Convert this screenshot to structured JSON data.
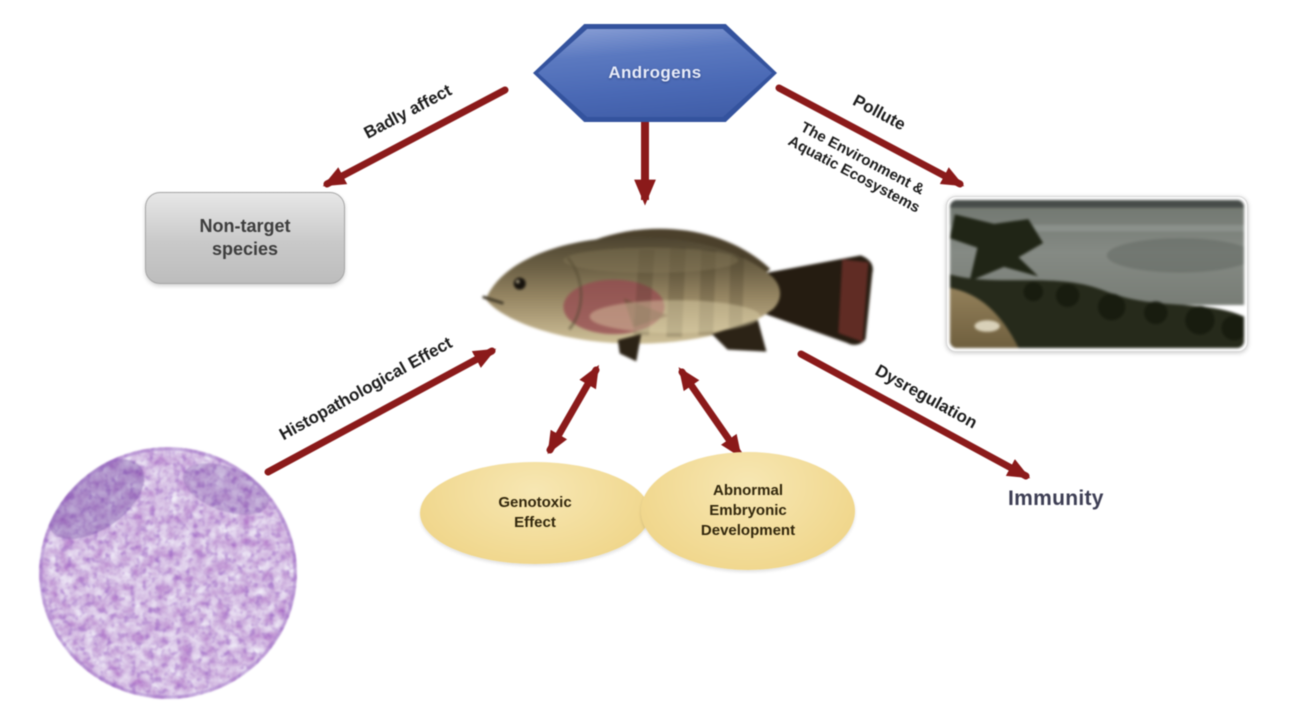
{
  "colors": {
    "arrow": "#8b1a1a",
    "hexagon_fill": "#4a69b5",
    "hexagon_border": "#34539e",
    "hexagon_text": "#e9edf9",
    "nontarget_fill": "#c9c9c9",
    "nontarget_text": "#3d3d3d",
    "ellipse_fill": "#f1d88f",
    "ellipse_text": "#32270c",
    "label_text": "#1c1c1c",
    "immunity_text": "#3d3e54"
  },
  "hexagon": {
    "label": "Androgens"
  },
  "arrow_labels": {
    "badly_affect": "Badly affect",
    "pollute": "Pollute",
    "pollute_sub": [
      "The Environment &",
      "Aquatic Ecosystems"
    ],
    "histopathological": "Histopathological Effect",
    "dysregulation": "Dysregulation"
  },
  "nodes": {
    "non_target_species": "Non-target species",
    "genotoxic_effect": "Genotoxic Effect",
    "abnormal_embryonic": "Abnormal Embryonic Development",
    "immunity": "Immunity"
  },
  "images": {
    "fish": "tilapia-fish-photo",
    "pollution": "polluted-waterbody-photo",
    "micrograph": "histopathology-micrograph"
  }
}
